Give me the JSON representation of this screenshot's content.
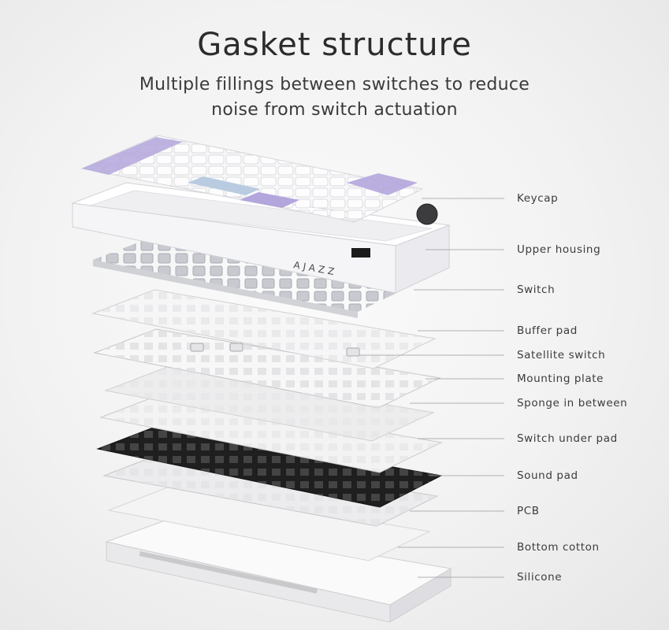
{
  "header": {
    "title": "Gasket structure",
    "subtitle_lines": [
      "Multiple fillings between switches to reduce",
      "noise from switch actuation"
    ]
  },
  "brand": {
    "logo_text": "AJAZZ"
  },
  "layers": [
    "Keycap",
    "Upper housing",
    "Switch",
    "Buffer pad",
    "Satellite switch",
    "Mounting plate",
    "Sponge in between",
    "Switch under pad",
    "Sound pad",
    "PCB",
    "Bottom cotton",
    "Silicone"
  ],
  "colors": {
    "keycap_white": "#f7f7f9",
    "keycap_lavender": "#b3a6dc",
    "keycap_blue": "#b9cbe0",
    "housing": "#ffffff",
    "switch_gray": "#c7c9cf",
    "pcb_black": "#1f1f1f",
    "leader_line": "#9a9a9a",
    "text_dark": "#2c2c2c"
  }
}
